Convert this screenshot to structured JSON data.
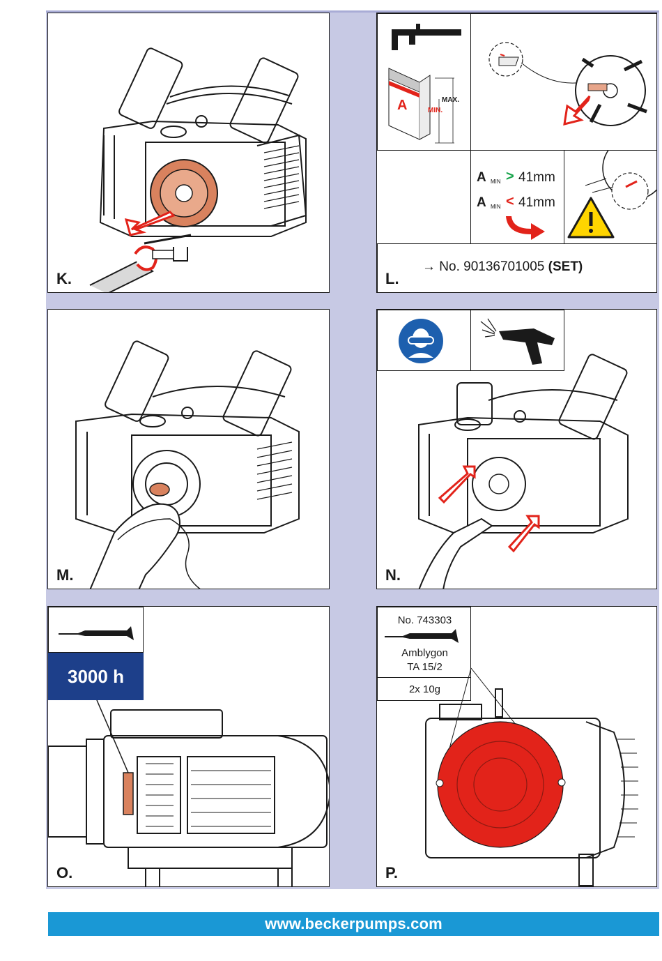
{
  "panels": {
    "k": {
      "label": "K."
    },
    "l": {
      "label": "L.",
      "gauge": {
        "a": "A",
        "max": "MAX.",
        "min": "MIN."
      },
      "cond1": {
        "a": "A",
        "sub": "MIN",
        "op": ">",
        "val": "41mm"
      },
      "cond2": {
        "a": "A",
        "sub": "MIN",
        "op": "<",
        "val": "41mm"
      },
      "part": {
        "arrow": "→",
        "text": "No. 90136701005",
        "set": "(SET)"
      }
    },
    "m": {
      "label": "M."
    },
    "n": {
      "label": "N."
    },
    "o": {
      "label": "O.",
      "interval": "3000 h"
    },
    "p": {
      "label": "P.",
      "part_no": "No. 743303",
      "grease_line1": "Amblygon",
      "grease_line2": "TA 15/2",
      "qty": "2x 10g"
    }
  },
  "footer": {
    "url": "www.beckerpumps.com"
  },
  "colors": {
    "frame": "#c7c9e4",
    "accent_red": "#e2231a",
    "copper": "#d9825e",
    "navy": "#1d3f8a",
    "footer_blue": "#1a98d5",
    "warning_yellow": "#ffd500"
  }
}
